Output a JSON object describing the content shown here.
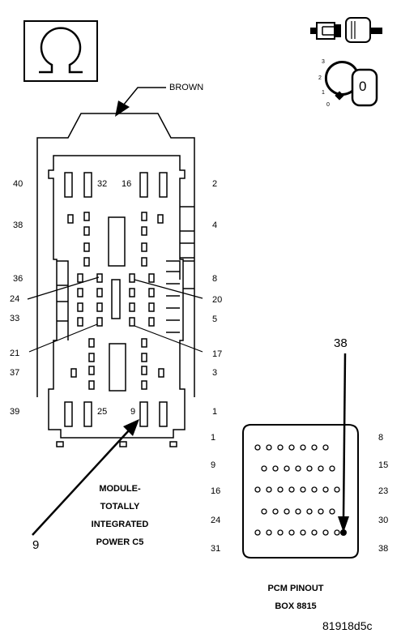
{
  "connector_color": "BROWN",
  "left_pins": [
    "40",
    "38",
    "36",
    "24",
    "33",
    "21",
    "37",
    "39"
  ],
  "right_pins": [
    "2",
    "4",
    "8",
    "20",
    "5",
    "17",
    "3",
    "1"
  ],
  "inner_pins": [
    "32",
    "16",
    "25",
    "9"
  ],
  "module_caption": [
    "MODULE-",
    "TOTALLY",
    "INTEGRATED",
    "POWER C5"
  ],
  "module_callout": "9",
  "pcm_callout": "38",
  "pcm_row_starts": [
    "1",
    "9",
    "16",
    "24",
    "31"
  ],
  "pcm_row_ends": [
    "8",
    "15",
    "23",
    "30",
    "38"
  ],
  "pcm_caption": [
    "PCM PINOUT",
    "BOX 8815"
  ],
  "figure_id": "81918d5c",
  "key_positions": [
    "3",
    "2",
    "1",
    "0"
  ],
  "key_value": "0"
}
